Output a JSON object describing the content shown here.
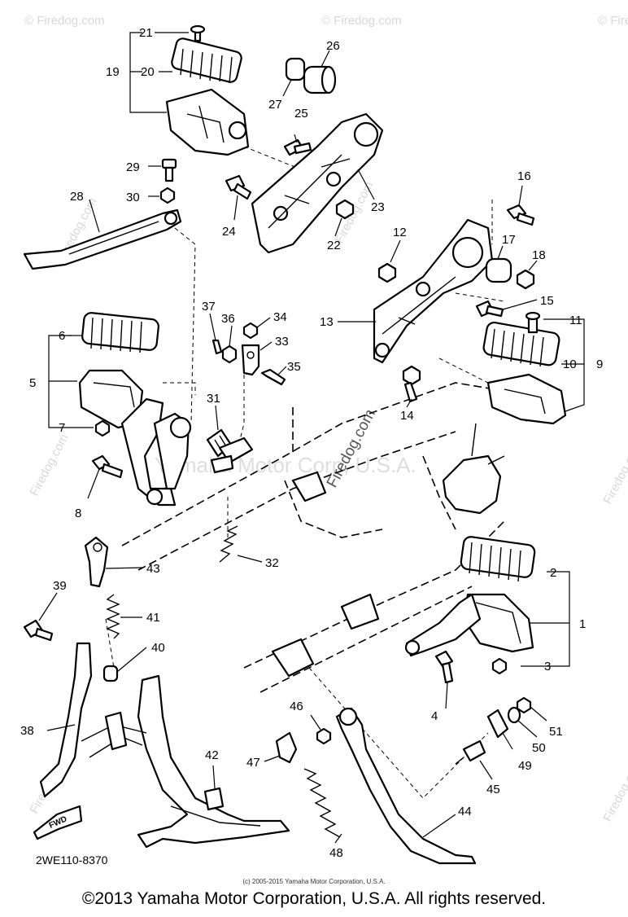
{
  "diagram": {
    "drawing_code": "2WE110-8370",
    "fwd_label": "FWD",
    "center_watermark": "Yamaha Motor Corp, U.S.A.",
    "side_watermark": "Firedog.com",
    "corner_watermark": "© Firedog.com",
    "callouts": [
      "1",
      "2",
      "3",
      "4",
      "5",
      "6",
      "7",
      "8",
      "9",
      "10",
      "11",
      "12",
      "13",
      "14",
      "15",
      "16",
      "17",
      "18",
      "19",
      "20",
      "21",
      "22",
      "23",
      "24",
      "25",
      "26",
      "27",
      "28",
      "29",
      "30",
      "31",
      "32",
      "33",
      "34",
      "35",
      "36",
      "37",
      "38",
      "39",
      "40",
      "41",
      "42",
      "43",
      "44",
      "45",
      "46",
      "47",
      "48",
      "49",
      "50",
      "51"
    ]
  },
  "footer": {
    "small_credit": "(c) 2005-2015 Yamaha Motor Corporation, U.S.A.",
    "copyright": "©2013 Yamaha Motor Corporation, U.S.A. All rights reserved."
  }
}
